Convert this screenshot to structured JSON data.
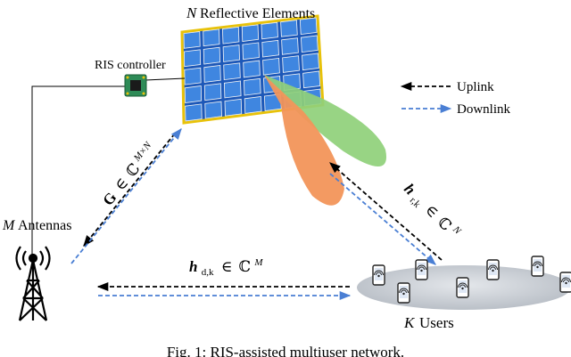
{
  "labels": {
    "ris_count_var": "N",
    "ris_title": "Reflective Elements",
    "controller": "RIS controller",
    "antennas_var": "M",
    "antennas_text": "Antennas",
    "users_var": "K",
    "users_text": "Users",
    "caption": "Fig. 1: RIS-assisted multiuser network."
  },
  "legend": {
    "uplink": "Uplink",
    "downlink": "Downlink"
  },
  "channels": {
    "g": {
      "symbol": "G",
      "op": "∈",
      "space": "ℂ",
      "sup": "M×N"
    },
    "hr": {
      "symbol": "h",
      "sub": "r,k",
      "op": "∈",
      "space": "ℂ",
      "sup": "N"
    },
    "hd": {
      "symbol": "h",
      "sub": "d,k",
      "op": "∈",
      "space": "ℂ",
      "sup": "M"
    }
  },
  "colors": {
    "panel_blue": "#2f6fd0",
    "panel_frame": "#f0c808",
    "beam_green": "#8fd07a",
    "beam_orange": "#f2955a",
    "downlink_blue": "#4a7fd4",
    "uplink_black": "#000000",
    "user_ellipse": "#c8ccd2"
  }
}
